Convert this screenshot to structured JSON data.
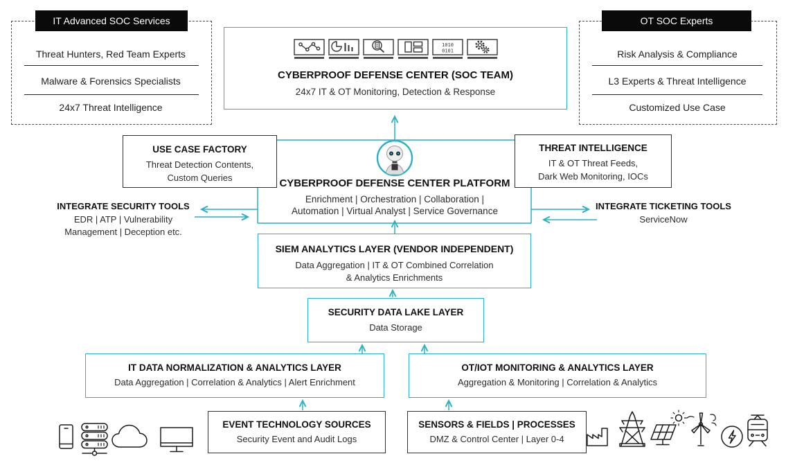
{
  "colors": {
    "teal": "#2BAFC4",
    "ink": "#1d1d1b",
    "tab_bg": "#0a0a0a"
  },
  "left_panel": {
    "title": "IT Advanced SOC Services",
    "items": [
      "Threat Hunters, Red Team Experts",
      "Malware & Forensics Specialists",
      "24x7 Threat Intelligence"
    ]
  },
  "right_panel": {
    "title": "OT SOC Experts",
    "items": [
      "Risk Analysis & Compliance",
      "L3 Experts & Threat Intelligence",
      "Customized Use Case"
    ]
  },
  "soc_center": {
    "title": "CYBERPROOF DEFENSE CENTER (SOC TEAM)",
    "subtitle": "24x7 IT & OT Monitoring, Detection & Response",
    "icons": [
      "network-trend-icon",
      "pie-bar-chart-icon",
      "search-document-icon",
      "dashboard-panels-icon",
      "binary-code-icon",
      "gears-icon"
    ]
  },
  "use_case_factory": {
    "title": "USE CASE FACTORY",
    "line1": "Threat Detection Contents,",
    "line2": "Custom Queries"
  },
  "threat_intelligence": {
    "title": "THREAT INTELLIGENCE",
    "line1": "IT & OT Threat Feeds,",
    "line2": "Dark Web Monitoring, IOCs"
  },
  "platform": {
    "title": "CYBERPROOF DEFENSE CENTER PLATFORM",
    "line1": "Enrichment | Orchestration | Collaboration |",
    "line2": "Automation | Virtual Analyst | Service Governance",
    "icon": "robot-avatar-icon"
  },
  "integrate_security": {
    "title": "INTEGRATE SECURITY TOOLS",
    "line1": "EDR | ATP | Vulnerability",
    "line2": "Management | Deception etc."
  },
  "integrate_ticketing": {
    "title": "INTEGRATE TICKETING TOOLS",
    "line1": "ServiceNow"
  },
  "siem_layer": {
    "title": "SIEM ANALYTICS LAYER (VENDOR INDEPENDENT)",
    "line1": "Data Aggregation | IT & OT Combined Correlation",
    "line2": "& Analytics Enrichments"
  },
  "data_lake_layer": {
    "title": "SECURITY DATA LAKE LAYER",
    "subtitle": "Data Storage"
  },
  "it_layer": {
    "title": "IT DATA NORMALIZATION & ANALYTICS LAYER",
    "subtitle": "Data Aggregation | Correlation & Analytics | Alert Enrichment"
  },
  "ot_layer": {
    "title": "OT/IOT MONITORING & ANALYTICS LAYER",
    "subtitle": "Aggregation & Monitoring | Correlation & Analytics"
  },
  "event_sources": {
    "title": "EVENT TECHNOLOGY SOURCES",
    "subtitle": "Security Event and Audit Logs"
  },
  "sensors_fields": {
    "title": "SENSORS & FIELDS | PROCESSES",
    "subtitle": "DMZ & Control Center | Layer 0-4"
  },
  "it_source_icons": [
    "mobile-phone-icon",
    "server-rack-icon",
    "cloud-icon",
    "desktop-monitor-icon"
  ],
  "ot_source_icons": [
    "factory-icon",
    "power-pylon-icon",
    "solar-panel-icon",
    "wind-turbine-icon",
    "electric-power-icon",
    "train-icon"
  ]
}
